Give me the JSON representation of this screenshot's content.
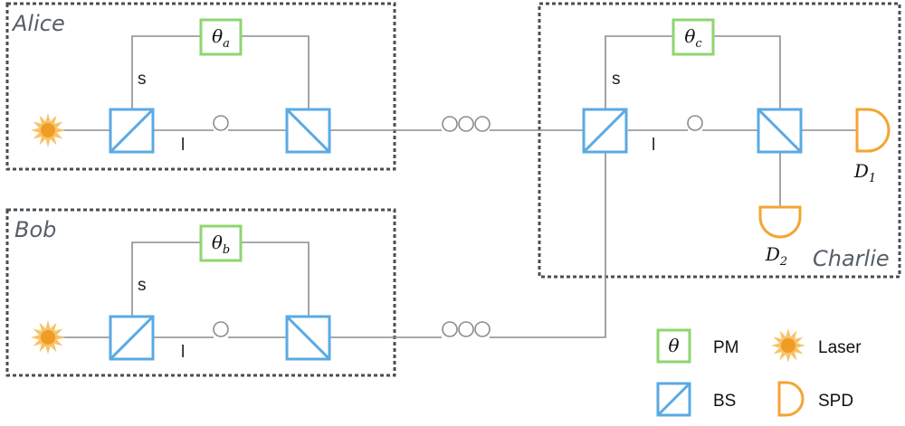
{
  "colors": {
    "fiber": "#8a8d90",
    "box_border": "#4a4f54",
    "beam_splitter": "#5aaae4",
    "phase_modulator": "#8ed66f",
    "detector": "#f3a533",
    "laser_outer": "#f7c366",
    "laser_inner": "#f19b27",
    "party_label": "#555f68"
  },
  "parties": {
    "alice": {
      "label": "Alice",
      "phase": "θ",
      "phase_sub": "a",
      "short_arm": "s",
      "long_arm": "l"
    },
    "bob": {
      "label": "Bob",
      "phase": "θ",
      "phase_sub": "b",
      "short_arm": "s",
      "long_arm": "l"
    },
    "charlie": {
      "label": "Charlie",
      "phase": "θ",
      "phase_sub": "c",
      "short_arm": "s",
      "long_arm": "l"
    }
  },
  "detectors": {
    "d1": {
      "symbol": "D",
      "sub": "1"
    },
    "d2": {
      "symbol": "D",
      "sub": "2"
    }
  },
  "legend": {
    "pm": {
      "symbol": "θ",
      "label": "PM",
      "icon": "phase-modulator-icon"
    },
    "laser": {
      "label": "Laser",
      "icon": "laser-icon"
    },
    "bs": {
      "label": "BS",
      "icon": "beam-splitter-icon"
    },
    "spd": {
      "label": "SPD",
      "icon": "single-photon-detector-icon"
    }
  }
}
